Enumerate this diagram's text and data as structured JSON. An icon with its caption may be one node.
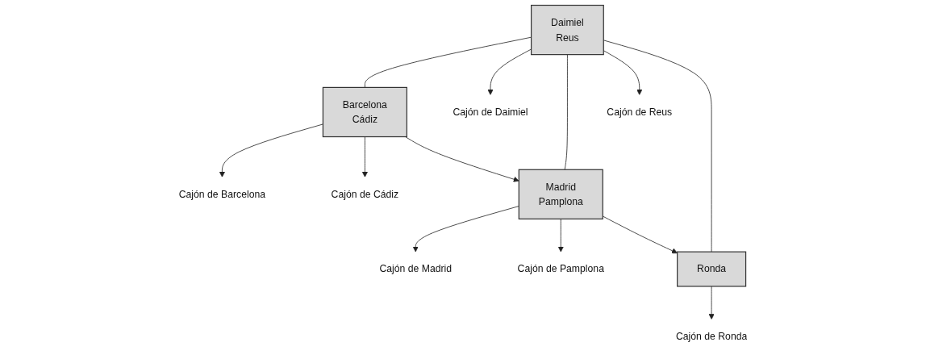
{
  "diagram": {
    "nodes": [
      {
        "text": [
          "Daimiel",
          "Reus"
        ]
      },
      {
        "text": [
          "Barcelona",
          "Cádiz"
        ]
      },
      {
        "text": [
          "Madrid",
          "Pamplona"
        ]
      },
      {
        "text": [
          "Ronda"
        ]
      },
      {
        "text": [
          "Cajón de Daimiel"
        ]
      },
      {
        "text": [
          "Cajón de Reus"
        ]
      },
      {
        "text": [
          "Cajón de Barcelona"
        ]
      },
      {
        "text": [
          "Cajón de Cádiz"
        ]
      },
      {
        "text": [
          "Cajón de Madrid"
        ]
      },
      {
        "text": [
          "Cajón de Pamplona"
        ]
      },
      {
        "text": [
          "Cajón de Ronda"
        ]
      }
    ],
    "edges": [
      {
        "from": 0,
        "to": 1,
        "arrow": "none"
      },
      {
        "from": 0,
        "to": 4,
        "arrow": "to"
      },
      {
        "from": 0,
        "to": 2,
        "arrow": "none"
      },
      {
        "from": 0,
        "to": 5,
        "arrow": "to"
      },
      {
        "from": 0,
        "to": 3,
        "arrow": "none"
      },
      {
        "from": 1,
        "to": 6,
        "arrow": "to"
      },
      {
        "from": 1,
        "to": 7,
        "arrow": "to"
      },
      {
        "from": 1,
        "to": 2,
        "arrow": "to"
      },
      {
        "from": 2,
        "to": 8,
        "arrow": "to"
      },
      {
        "from": 2,
        "to": 9,
        "arrow": "to"
      },
      {
        "from": 2,
        "to": 3,
        "arrow": "to"
      },
      {
        "from": 3,
        "to": 10,
        "arrow": "to"
      }
    ]
  }
}
